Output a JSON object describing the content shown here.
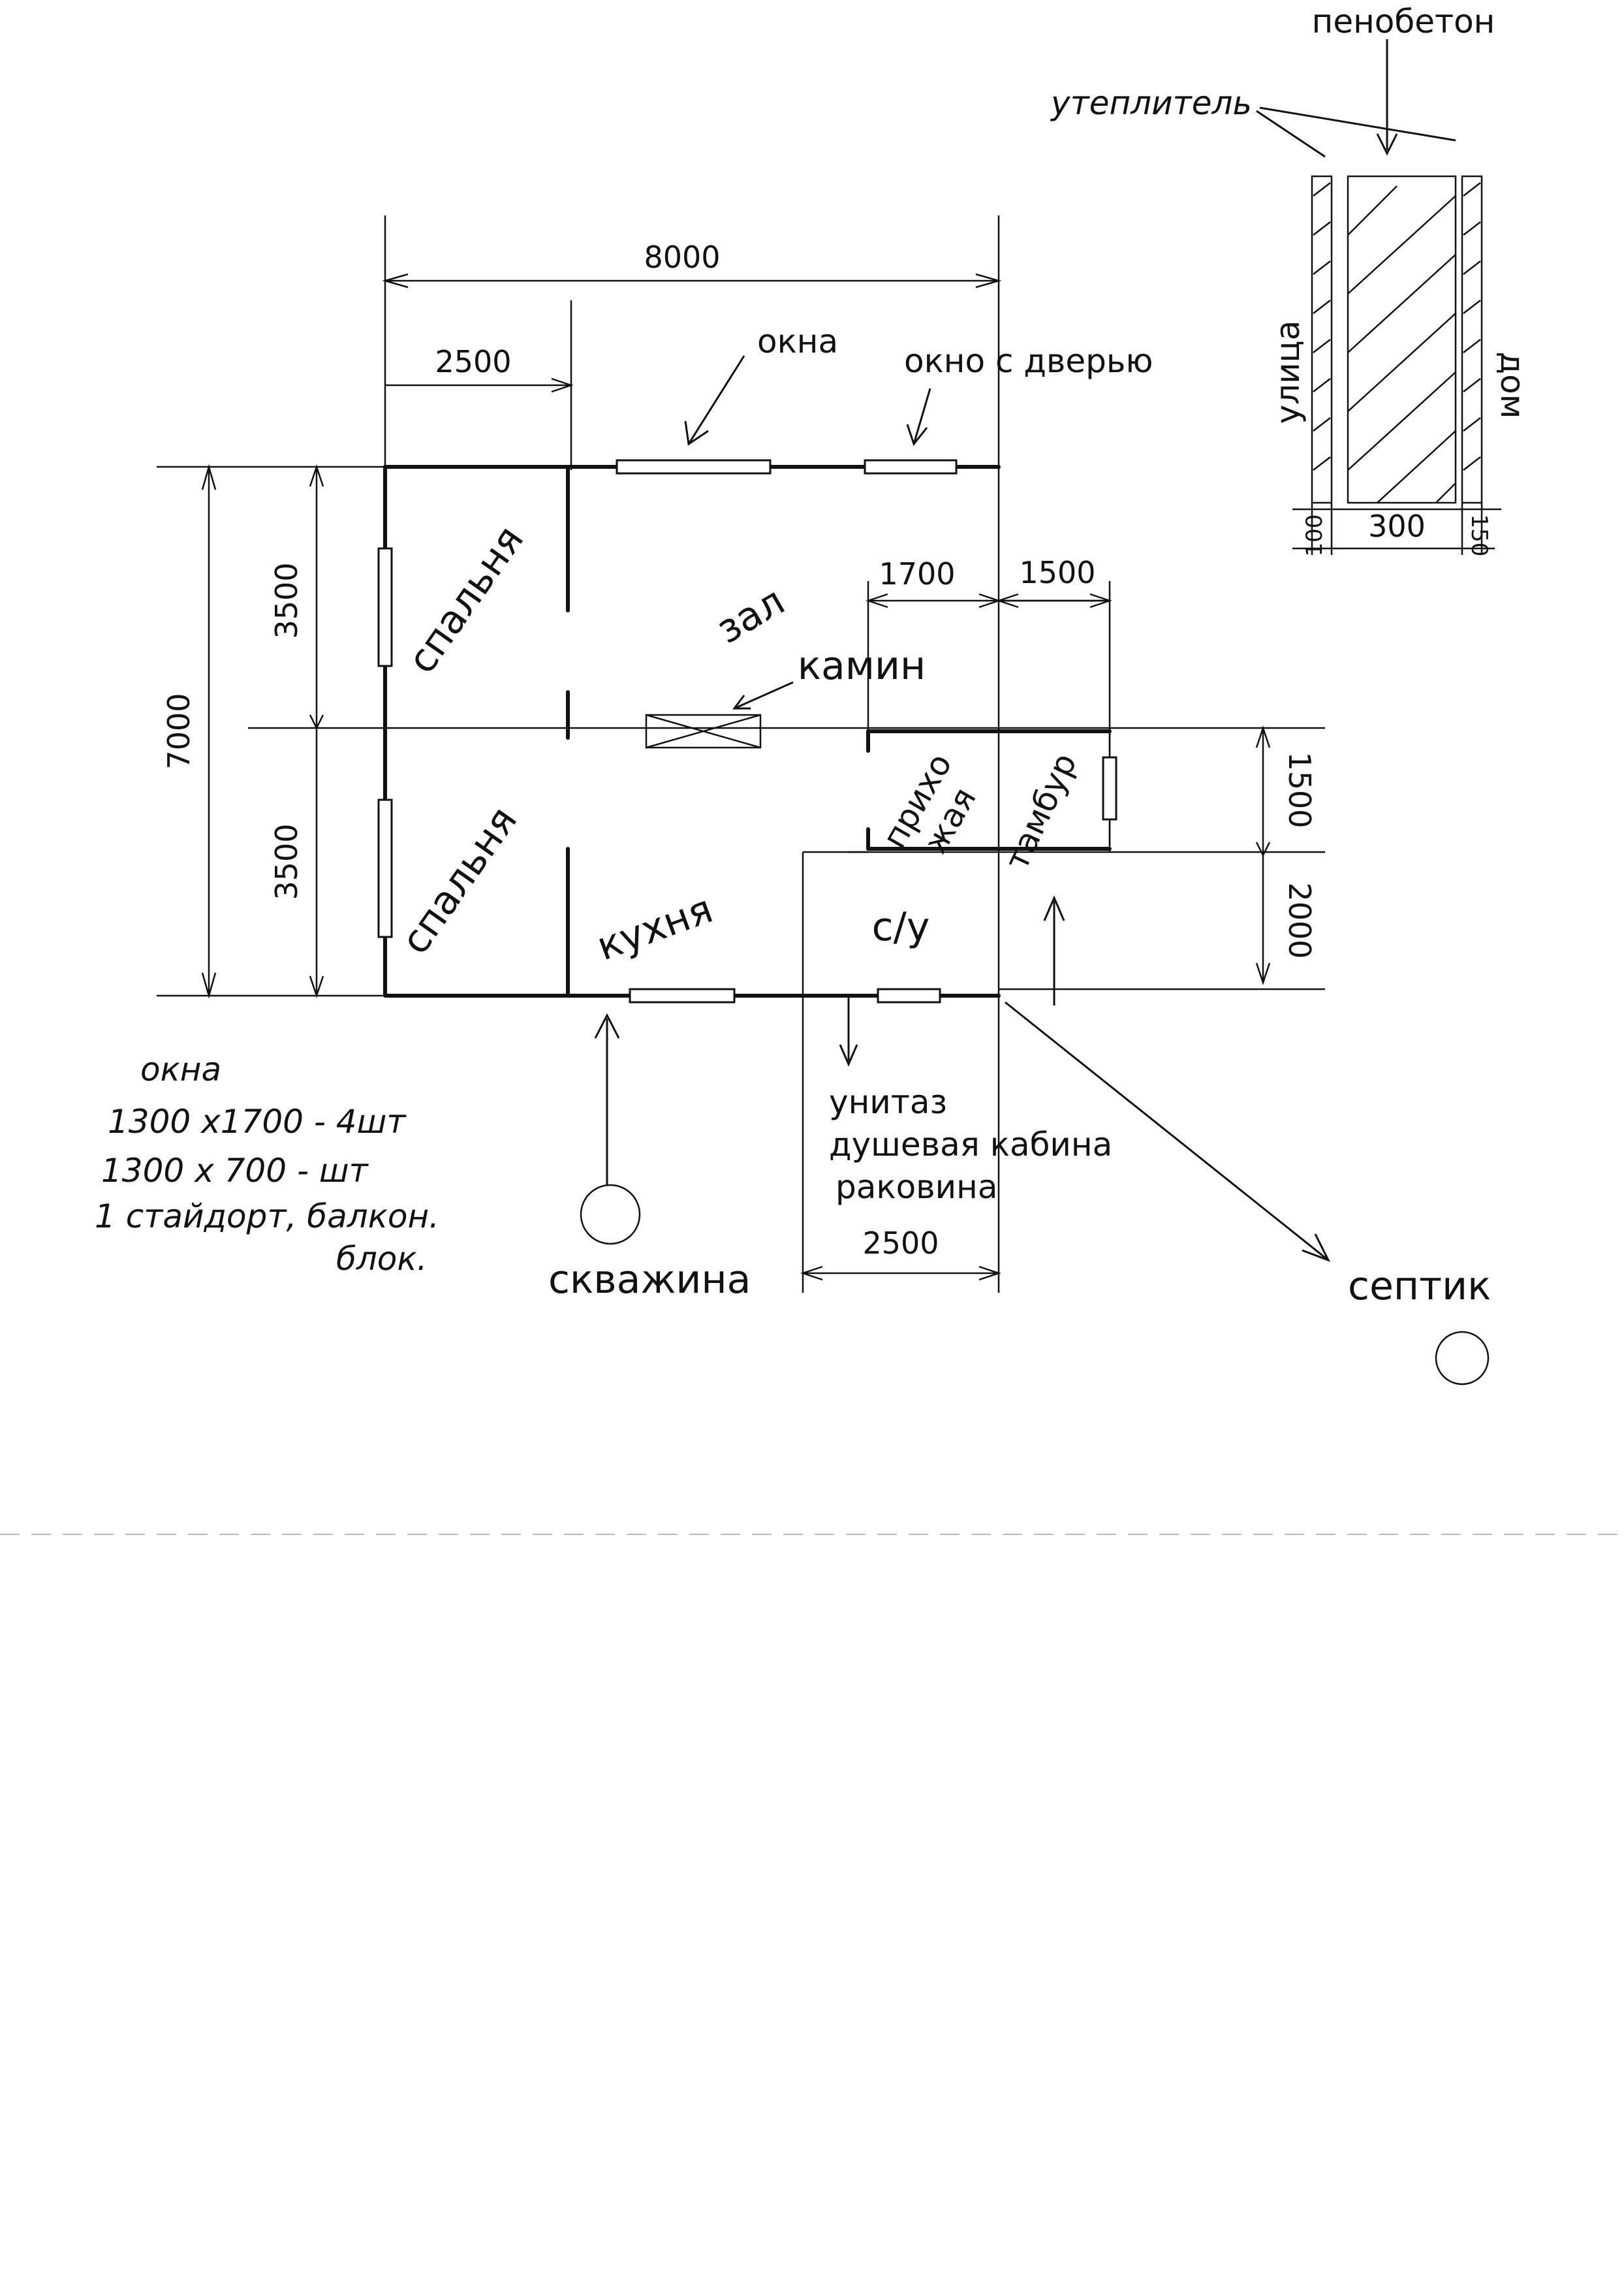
{
  "section": {
    "foam_concrete": "пенобетон",
    "insulation": "утеплитель",
    "street": "улица",
    "house": "дом",
    "dim_outer": "100",
    "dim_core": "300",
    "dim_inner": "150"
  },
  "dims": {
    "width_total": "8000",
    "width_bedroom": "2500",
    "height_total": "7000",
    "height_upper": "3500",
    "height_lower": "3500",
    "hall_offset": "1700",
    "vestibule_width": "1500",
    "vestibule_height": "1500",
    "bath_height": "2000",
    "bath_width": "2500"
  },
  "rooms": {
    "bedroom_1": "спальня",
    "bedroom_2": "спальня",
    "hall": "зал",
    "fireplace": "камин",
    "kitchen": "кухня",
    "entry_1": "прихо",
    "entry_2": "жая",
    "vestibule": "тамбур",
    "bathroom": "с/у"
  },
  "callouts": {
    "windows": "окна",
    "window_door": "окно с дверью",
    "toilet": "унитаз",
    "shower": "душевая кабина",
    "sink": "раковина",
    "well": "скважина",
    "septic": "септик"
  },
  "notes": {
    "title": "окна",
    "line_1": "1300 х1700 - 4шт",
    "line_2": "1300 х 700 - шт",
    "line_3": "1 стайдорт, балкон.",
    "line_4": "блок."
  }
}
